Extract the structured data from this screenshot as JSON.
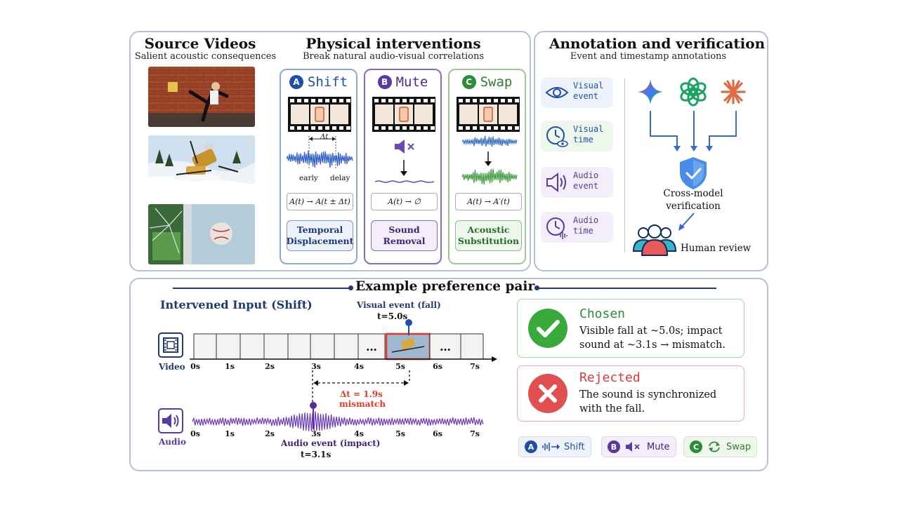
{
  "source": {
    "title": "Source Videos",
    "subtitle": "Salient acoustic consequences"
  },
  "interventions": {
    "title": "Physical interventions",
    "subtitle": "Break natural audio-visual correlations",
    "cards": [
      {
        "letter": "A",
        "name": "Shift",
        "formula": "A(t) → A(t ± Δt)",
        "label_line1": "Temporal",
        "label_line2": "Displacement",
        "delta": "Δt",
        "early": "early",
        "delay": "delay"
      },
      {
        "letter": "B",
        "name": "Mute",
        "formula": "A(t) → ∅",
        "label_line1": "Sound",
        "label_line2": "Removal"
      },
      {
        "letter": "C",
        "name": "Swap",
        "formula": "A(t) → A′(t)",
        "label_line1": "Acoustic",
        "label_line2": "Substitution"
      }
    ]
  },
  "annotation": {
    "title": "Annotation and verification",
    "subtitle": "Event and timestamp annotations",
    "items": [
      {
        "line1": "Visual",
        "line2": "event"
      },
      {
        "line1": "Visual",
        "line2": "time"
      },
      {
        "line1": "Audio",
        "line2": "event"
      },
      {
        "line1": "Audio",
        "line2": "time"
      }
    ],
    "verify_line1": "Cross-model",
    "verify_line2": "verification",
    "human": "Human review"
  },
  "example": {
    "title": "Example preference pair",
    "input_label": "Intervened Input (Shift)",
    "visual_event": "Visual event (fall)",
    "visual_time": "t=5.0s",
    "video_label": "Video",
    "audio_label": "Audio",
    "ticks": [
      "0s",
      "1s",
      "2s",
      "3s",
      "4s",
      "5s",
      "6s",
      "7s"
    ],
    "ellipsis": "…",
    "delta_text": "Δt = 1.9s",
    "mismatch": "mismatch",
    "audio_event": "Audio event (impact)",
    "audio_time": "t=3.1s"
  },
  "chosen": {
    "title": "Chosen",
    "line1": "Visible fall at ~5.0s; impact",
    "line2": "sound at ~3.1s → mismatch."
  },
  "rejected": {
    "title": "Rejected",
    "line1": "The sound is synchronized",
    "line2": "with the fall."
  },
  "legend": [
    {
      "letter": "A",
      "label": "Shift"
    },
    {
      "letter": "B",
      "label": "Mute"
    },
    {
      "letter": "C",
      "label": "Swap"
    }
  ],
  "colors": {
    "shift": "#1f4fa8",
    "mute": "#5b3aa0",
    "swap": "#2e8b3a",
    "chosen": "#3aaa3a",
    "rejected": "#e05050",
    "border": "#b3c0d6"
  }
}
